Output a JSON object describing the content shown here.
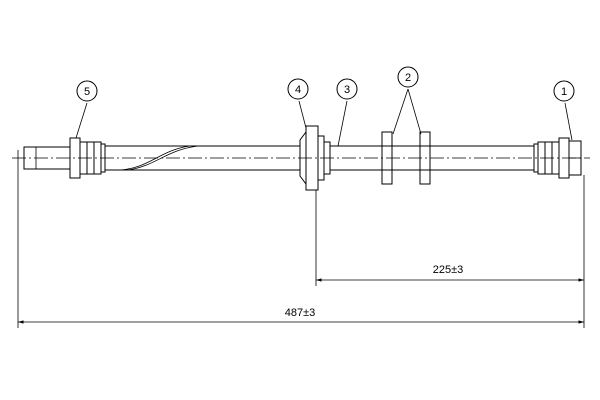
{
  "balloons": {
    "b1": "1",
    "b2": "2",
    "b3": "3",
    "b4": "4",
    "b5": "5"
  },
  "dimensions": {
    "short": "225±3",
    "overall": "487±3"
  }
}
